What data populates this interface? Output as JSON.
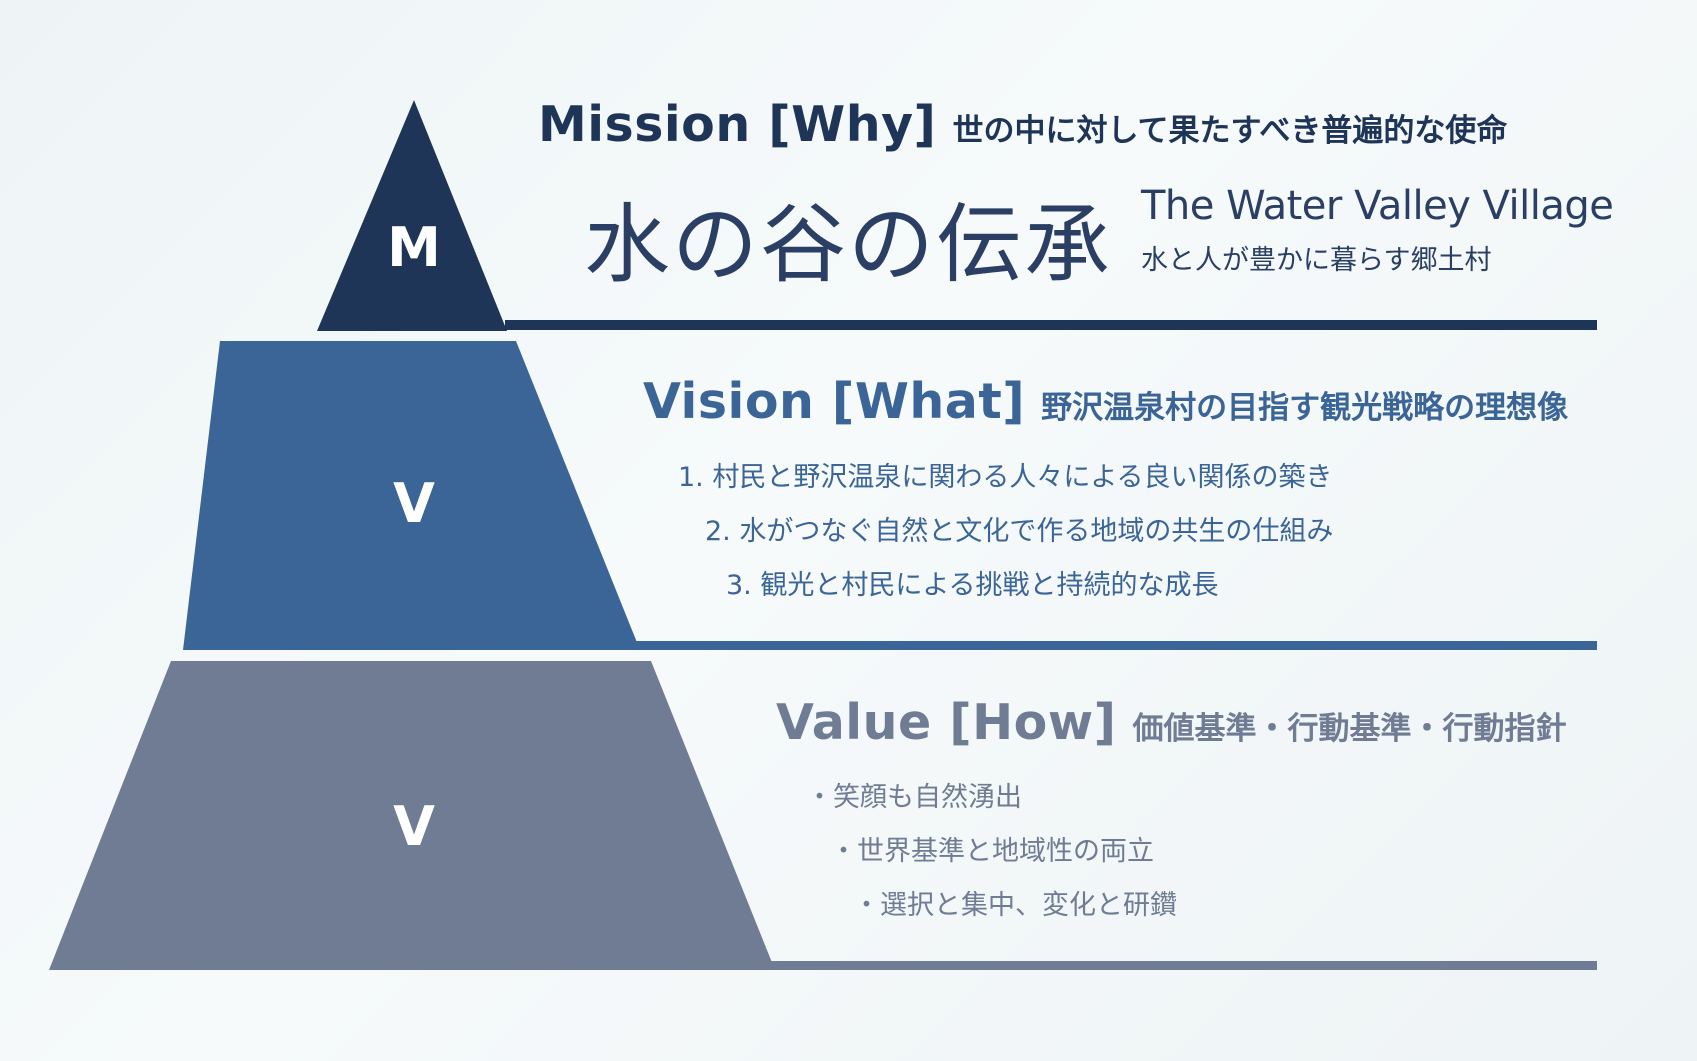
{
  "colors": {
    "mission": "#1e3557",
    "vision": "#3b6497",
    "value": "#6f7c94"
  },
  "mission": {
    "letter": "M",
    "heading_en": "Mission [Why]",
    "heading_jp": "世の中に対して果たすべき普遍的な使命",
    "main": "水の谷の伝承",
    "sub_en": "The Water Valley Village",
    "sub_jp": "水と人が豊かに暮らす郷土村"
  },
  "vision": {
    "letter": "V",
    "heading_en": "Vision [What]",
    "heading_jp": "野沢温泉村の目指す観光戦略の理想像",
    "items": [
      "1. 村民と野沢温泉に関わる人々による良い関係の築き",
      "2. 水がつなぐ自然と文化で作る地域の共生の仕組み",
      "3. 観光と村民による挑戦と持続的な成長"
    ]
  },
  "value": {
    "letter": "V",
    "heading_en": "Value [How]",
    "heading_jp": "価値基準・行動基準・行動指針",
    "items": [
      "・笑顔も自然湧出",
      "・世界基準と地域性の両立",
      "・選択と集中、変化と研鑽"
    ]
  }
}
